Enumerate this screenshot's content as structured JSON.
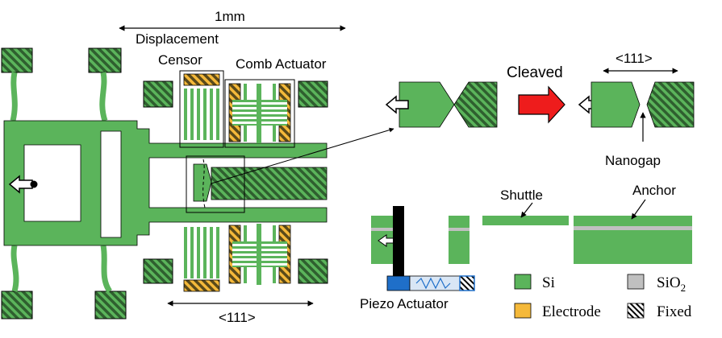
{
  "colors": {
    "si": "#5bb45b",
    "sio2": "#c0c0c0",
    "electrode": "#f5b93a",
    "fixed_stripe": "#2f5f2f",
    "arrow_red": "#ee1c1c",
    "piezo_blue": "#1f6fc9"
  },
  "labels": {
    "scale_1mm": "1mm",
    "displacement_line1": "Displacement",
    "displacement_line2": "Censor",
    "comb_actuator": "Comb Actuator",
    "crystal_bottom": "<111>",
    "crystal_right": "<111>",
    "cleaved": "Cleaved",
    "nanogap": "Nanogap",
    "shuttle": "Shuttle",
    "anchor": "Anchor",
    "piezo_actuator": "Piezo Actuator"
  },
  "legend": {
    "si": "Si",
    "sio2_base": "SiO",
    "sio2_sub": "2",
    "electrode": "Electrode",
    "fixed": "Fixed"
  },
  "icons": [
    "hollow-left-arrow-icon",
    "red-right-arrow-icon",
    "hatched-fixed-anchor-icon"
  ]
}
